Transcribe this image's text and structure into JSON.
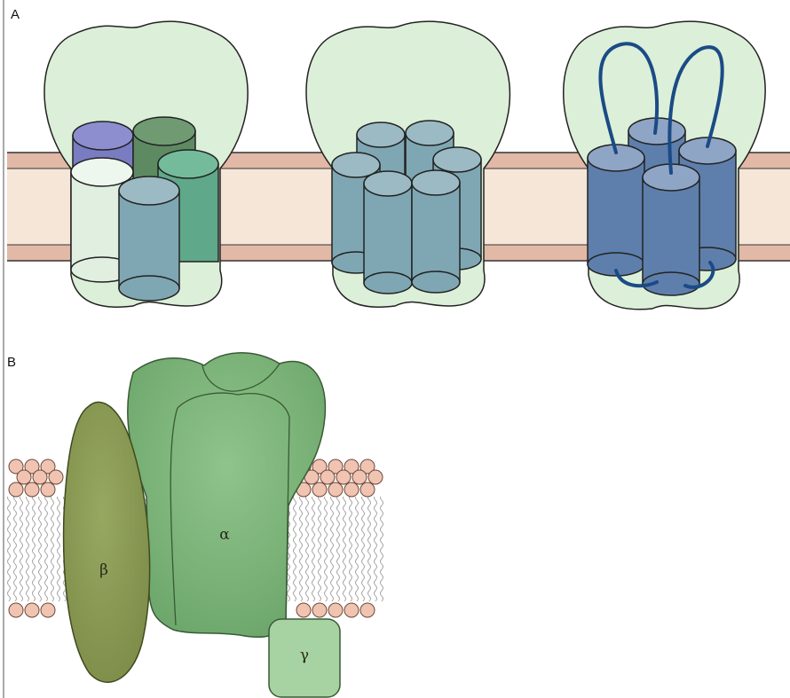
{
  "panels": {
    "a": {
      "label": "A"
    },
    "b": {
      "label": "B"
    }
  },
  "subunits": {
    "alpha": "α",
    "beta": "β",
    "gamma": "γ"
  },
  "colors": {
    "protein_shell": "#dcefd8",
    "membrane_band": "#f5e6d8",
    "membrane_edge": "#e0b4a4",
    "helix_blue": "#7f99c0",
    "helix_teal": "#7fa7b3",
    "alpha_green": "#7fb27d",
    "beta_olive": "#8a9a55",
    "gamma_green": "#a7d3a3",
    "lipid_head": "#f0c4b1"
  }
}
